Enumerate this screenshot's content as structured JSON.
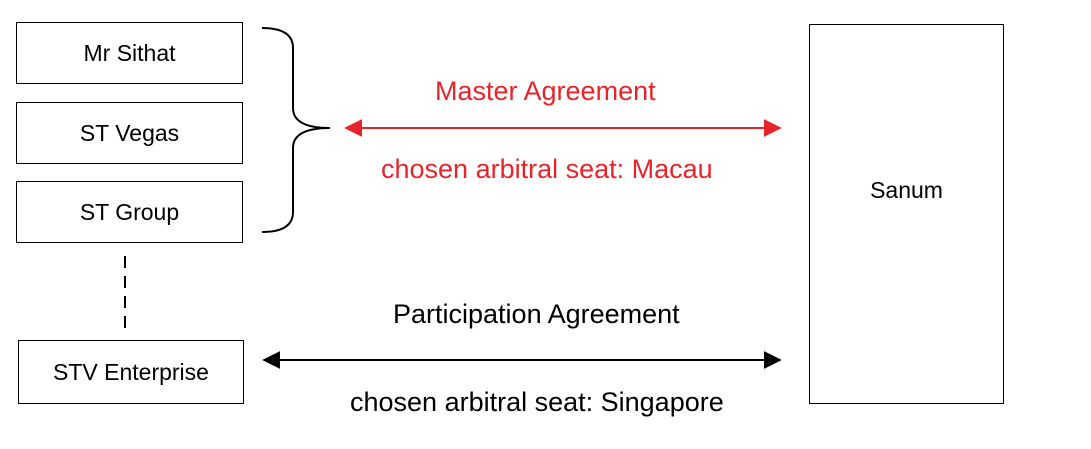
{
  "parties": {
    "mr_sithat": "Mr Sithat",
    "st_vegas": "ST Vegas",
    "st_group": "ST Group",
    "stv_enterprise": "STV Enterprise",
    "sanum": "Sanum"
  },
  "agreements": {
    "master": {
      "title": "Master Agreement",
      "seat": "chosen arbitral seat: Macau",
      "color": "#e8242a"
    },
    "participation": {
      "title": "Participation Agreement",
      "seat": "chosen arbitral seat: Singapore",
      "color": "#000000"
    }
  }
}
